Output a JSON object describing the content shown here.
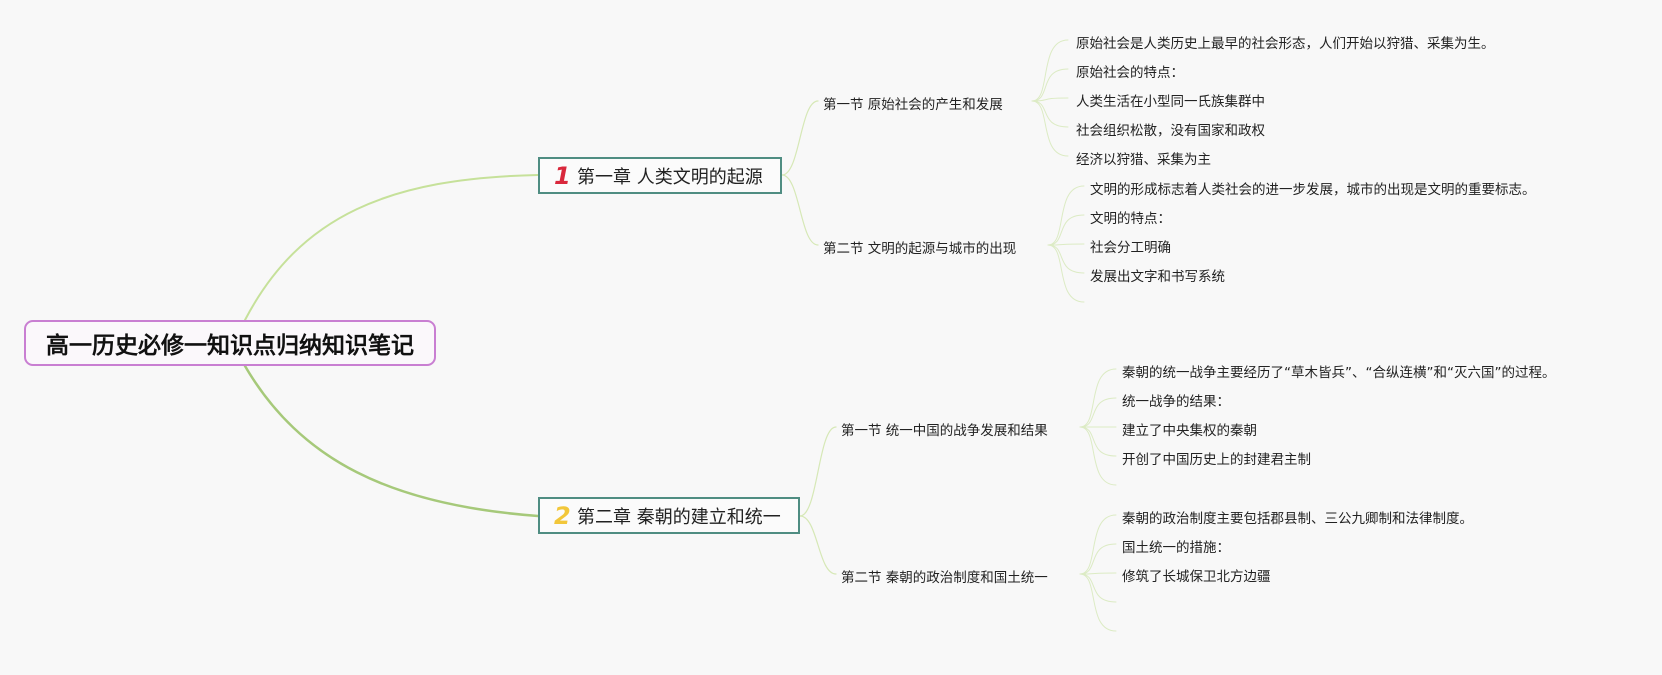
{
  "mindmap": {
    "root": "高一历史必修一知识点归纳知识笔记",
    "chapters": [
      {
        "number": "1",
        "title": "第一章 人类文明的起源",
        "sections": [
          {
            "title": "第一节 原始社会的产生和发展",
            "items": [
              "原始社会是人类历史上最早的社会形态，人们开始以狩猎、采集为生。",
              "原始社会的特点：",
              "人类生活在小型同一氏族集群中",
              "社会组织松散，没有国家和政权",
              "经济以狩猎、采集为主"
            ]
          },
          {
            "title": "第二节 文明的起源与城市的出现",
            "items": [
              "文明的形成标志着人类社会的进一步发展，城市的出现是文明的重要标志。",
              "文明的特点：",
              "社会分工明确",
              "发展出文字和书写系统",
              ""
            ]
          }
        ]
      },
      {
        "number": "2",
        "title": "第二章 秦朝的建立和统一",
        "sections": [
          {
            "title": "第一节 统一中国的战争发展和结果",
            "items": [
              "秦朝的统一战争主要经历了“草木皆兵”、“合纵连横”和“灭六国”的过程。",
              "统一战争的结果：",
              "建立了中央集权的秦朝",
              "开创了中国历史上的封建君主制",
              ""
            ]
          },
          {
            "title": "第二节 秦朝的政治制度和国土统一",
            "items": [
              "秦朝的政治制度主要包括郡县制、三公九卿制和法律制度。",
              "国土统一的措施：",
              "修筑了长城保卫北方边疆",
              "",
              ""
            ]
          }
        ]
      }
    ]
  }
}
